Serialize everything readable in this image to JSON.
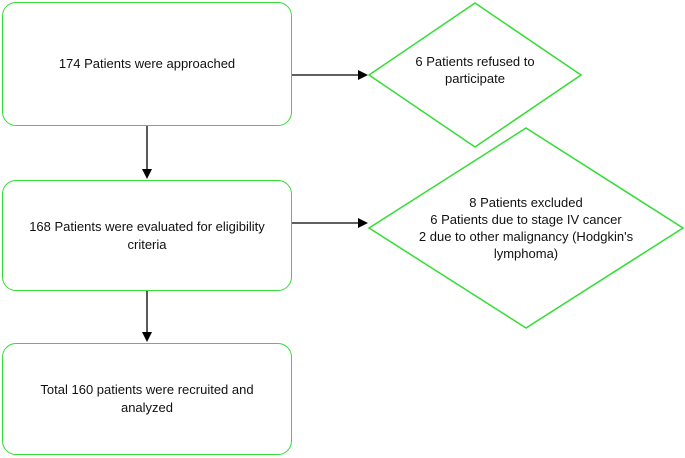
{
  "flowchart": {
    "boxes": {
      "approached": "174 Patients were approached",
      "evaluated": "168 Patients were evaluated for eligibility criteria",
      "recruited": "Total 160 patients were recruited and analyzed"
    },
    "decisions": {
      "refused": "6 Patients refused to participate",
      "excluded": {
        "line1": "8 Patients excluded",
        "line2": "6 Patients due to stage IV cancer",
        "line3": "2 due to other malignancy (Hodgkin's lymphoma)"
      }
    },
    "colors": {
      "border": "#33dd33",
      "arrow": "#000000"
    }
  }
}
